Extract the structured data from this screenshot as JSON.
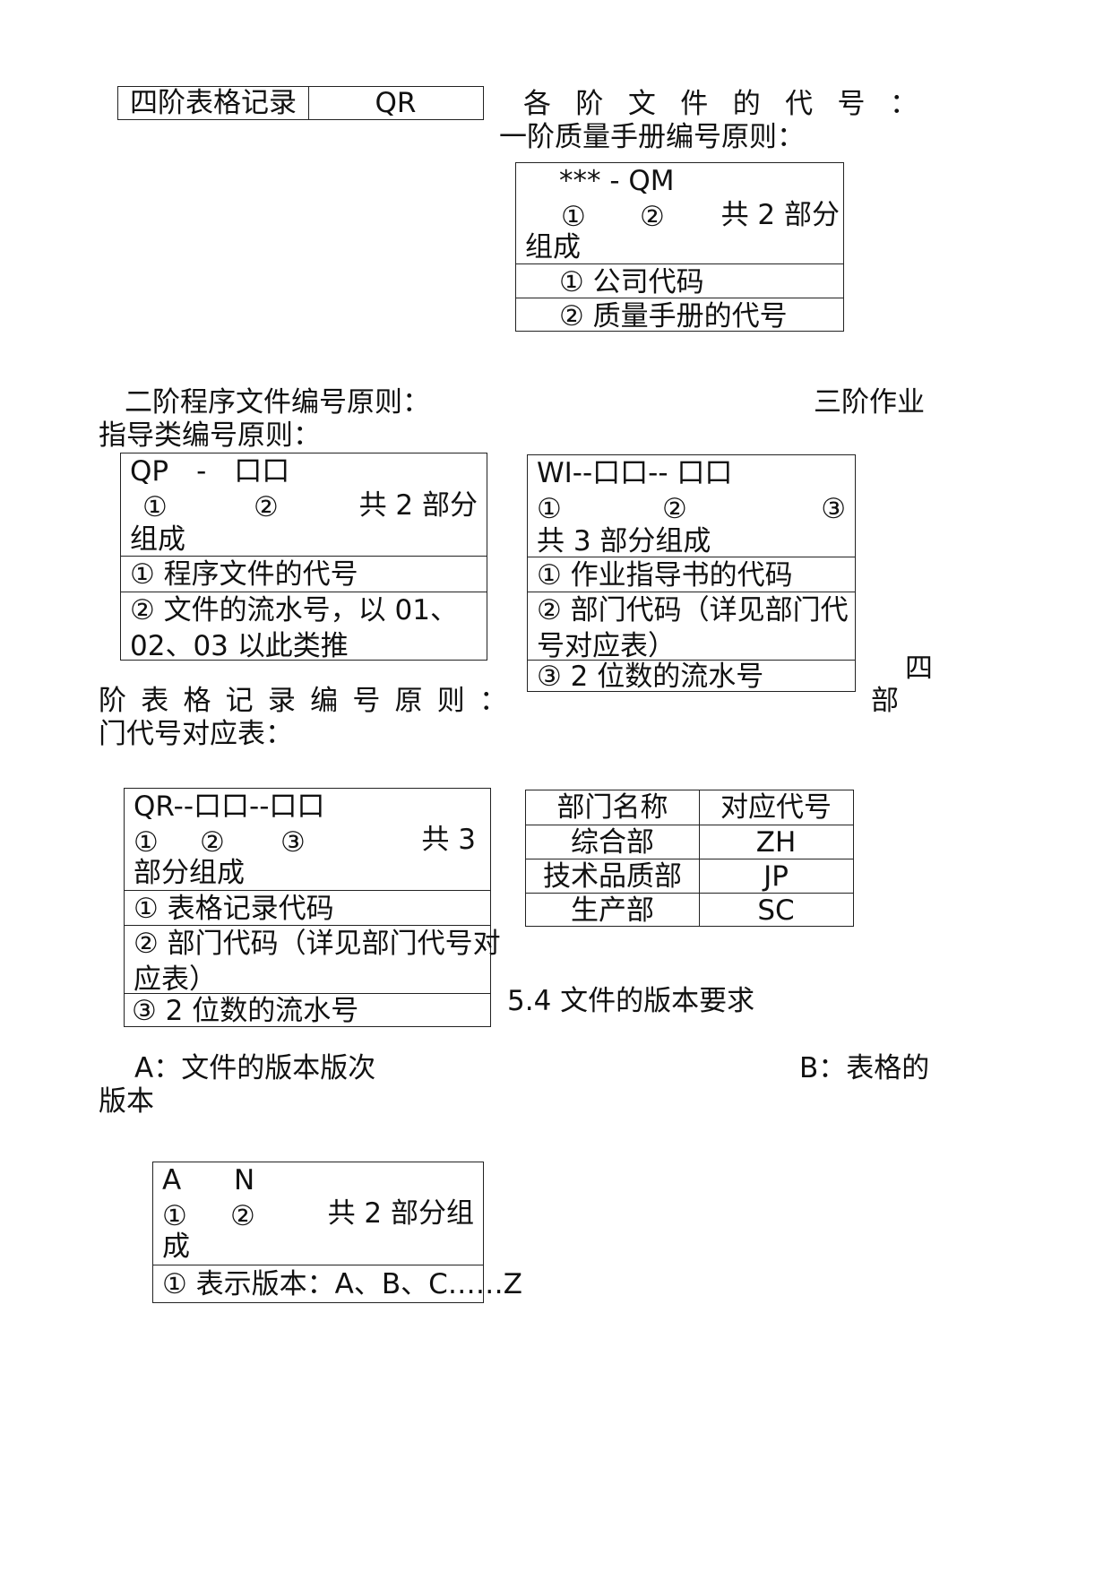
{
  "top_table": {
    "name": "四阶表格记录",
    "code": "QR"
  },
  "heading_code": [
    "各",
    "阶",
    "文",
    "件",
    "的",
    "代",
    "号",
    "："
  ],
  "level1": {
    "title": "一阶质量手册编号原则：",
    "format": "*** - QM",
    "m1": "①",
    "m2": "②",
    "parts_a": "共 2 部分",
    "parts_b": "组成",
    "rows": [
      "① 公司代码",
      "② 质量手册的代号"
    ]
  },
  "level2": {
    "title": "二阶程序文件编号原则：",
    "format": "QP　-　口口",
    "m1": "①",
    "m2": "②",
    "parts_a": "共 2 部分",
    "parts_b": "组成",
    "rows": [
      "① 程序文件的代号",
      "② 文件的流水号，以 01、",
      "02、03 以此类推"
    ]
  },
  "level3": {
    "title_a": "三阶作业",
    "title_b": "指导类编号原则：",
    "format": "WI--口口-- 口口",
    "m1": "①",
    "m2": "②",
    "m3": "③",
    "parts": "共 3 部分组成",
    "rows": [
      "① 作业指导书的代码",
      "② 部门代码（详见部门代",
      "号对应表）",
      "③ 2 位数的流水号"
    ]
  },
  "level4": {
    "title_chars": [
      "阶",
      "表",
      "格",
      "记",
      "录",
      "编",
      "号",
      "原",
      "则",
      "："
    ],
    "title_pre": "四",
    "dept_a": "部",
    "dept_b": "门代号对应表：",
    "format": "QR--口口--口口",
    "m1": "①",
    "m2": "②",
    "m3": "③",
    "parts_a": "共 3",
    "parts_b": "部分组成",
    "rows": [
      "① 表格记录代码",
      "② 部门代码（详见部门代号对",
      "应表）",
      "③ 2 位数的流水号"
    ]
  },
  "dept_table": {
    "headers": [
      "部门名称",
      "对应代号"
    ],
    "rows": [
      [
        "综合部",
        "ZH"
      ],
      [
        "技术品质部",
        "JP"
      ],
      [
        "生产部",
        "SC"
      ]
    ]
  },
  "section_54": "5.4 文件的版本要求",
  "version": {
    "a_label": "A：文件的版本版次",
    "b_label_a": "B：表格的",
    "b_label_b": "版本",
    "format_a": "A",
    "format_n": "N",
    "m1": "①",
    "m2": "②",
    "parts_a": "共 2 部分组",
    "parts_b": "成",
    "row": "① 表示版本：A、B、C……Z"
  }
}
